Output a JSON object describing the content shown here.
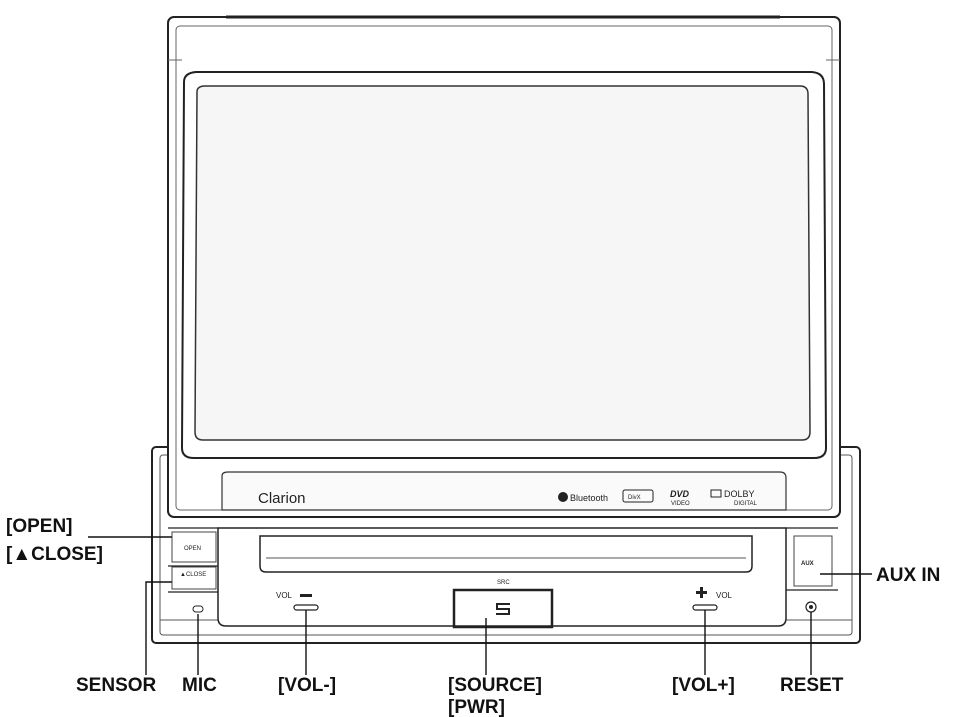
{
  "device": {
    "brand": "Clarion",
    "logos": {
      "bluetooth": "Bluetooth",
      "divx": "DivX",
      "dvd": "DVD",
      "dvd_sub": "VIDEO",
      "dolby": "DOLBY",
      "dolby_sub": "DIGITAL"
    },
    "panel": {
      "open_label": "OPEN",
      "close_label": "▲CLOSE",
      "vol_left_label": "VOL",
      "vol_right_label": "VOL",
      "src_label": "SRC",
      "aux_label": "AUX"
    }
  },
  "callouts": {
    "open": "[OPEN]",
    "close": "[▲CLOSE]",
    "sensor": "SENSOR",
    "mic": "MIC",
    "vol_minus": "[VOL-]",
    "source": "[SOURCE]",
    "pwr": "[PWR]",
    "vol_plus": "[VOL+]",
    "reset": "RESET",
    "aux_in": "AUX IN"
  }
}
